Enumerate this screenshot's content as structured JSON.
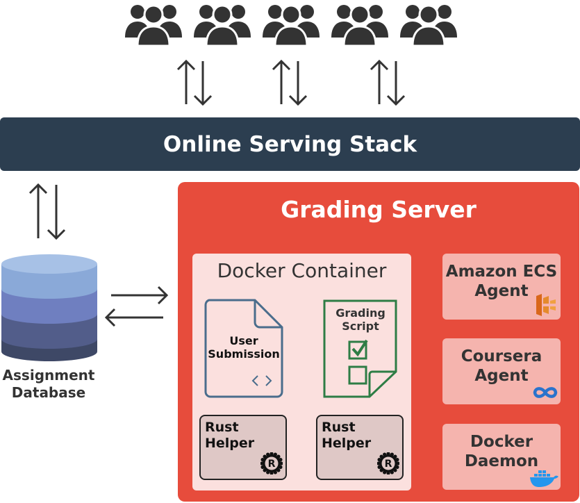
{
  "serving_stack": {
    "label": "Online Serving Stack"
  },
  "grading_server": {
    "title": "Grading Server"
  },
  "docker_container": {
    "title": "Docker Container",
    "user_submission": {
      "line1": "User",
      "line2": "Submission"
    },
    "grading_script": {
      "line1": "Grading",
      "line2": "Script"
    },
    "rust_helpers": [
      {
        "line1": "Rust",
        "line2": "Helper"
      },
      {
        "line1": "Rust",
        "line2": "Helper"
      }
    ]
  },
  "side_boxes": [
    {
      "line1": "Amazon ECS",
      "line2": "Agent",
      "icon": "amazon-ecs-icon"
    },
    {
      "line1": "Coursera",
      "line2": "Agent",
      "icon": "coursera-icon"
    },
    {
      "line1": "Docker",
      "line2": "Daemon",
      "icon": "docker-whale-icon"
    }
  ],
  "database": {
    "line1": "Assignment",
    "line2": "Database"
  },
  "icons": {
    "users": "user-group-icon",
    "arrows": "bidirectional-arrow-icon",
    "rust": "rust-logo-icon",
    "code": "code-brackets-icon",
    "checkbox": "checkbox-icon"
  },
  "colors": {
    "stack": "#2c3e50",
    "grading_server": "#e74c3c",
    "container": "#fbe0de",
    "side_box": "#f5b4ae",
    "rust_box": "#dfc8c6",
    "submission_stroke": "#4a6d8c",
    "script_stroke": "#2e7d45",
    "db_top": "#8aa9d8",
    "db_mid1": "#6f7fc0",
    "db_mid2": "#525d8a",
    "db_bottom": "#3e4866"
  }
}
